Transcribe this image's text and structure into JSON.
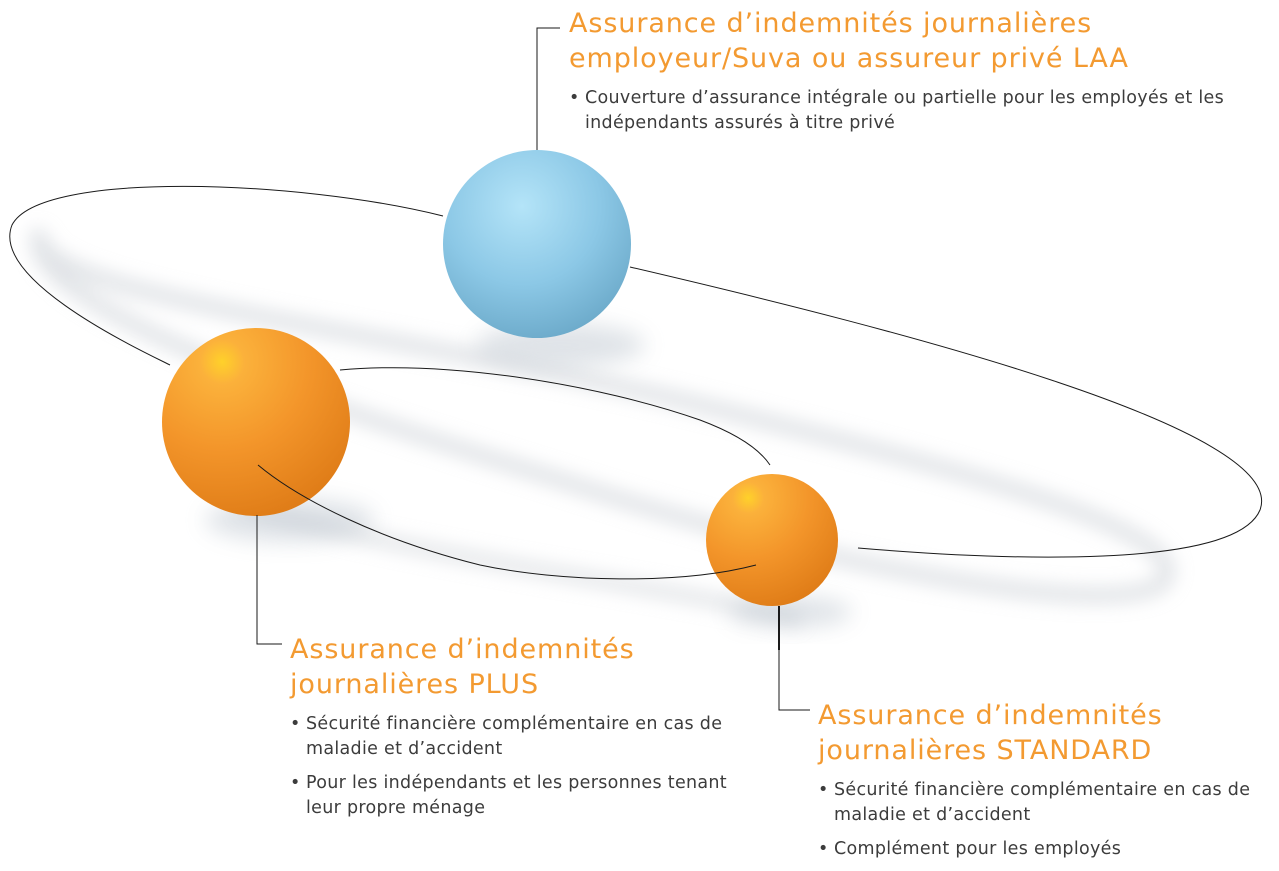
{
  "colors": {
    "accent_orange": "#f39a31",
    "sphere_blue": "#8cc8e6",
    "sphere_orange": "#f3952a",
    "text": "#3c3c3c",
    "line": "#1a1a1a"
  },
  "nodes": {
    "top": {
      "title_line1": "Assurance d’indemnités journalières",
      "title_line2": "employeur/Suva ou assureur privé LAA",
      "bullets": [
        "Couverture d’assurance intégrale ou partielle pour les employés et les indépendants assurés à titre privé"
      ],
      "sphere_color": "blue"
    },
    "plus": {
      "title_line1": "Assurance d’indemnités",
      "title_line2": "journalières PLUS",
      "bullets": [
        "Sécurité financière complémentaire en cas de maladie et d’accident",
        "Pour les indépendants et les personnes tenant leur propre ménage"
      ],
      "sphere_color": "orange"
    },
    "standard": {
      "title_line1": "Assurance d’indemnités",
      "title_line2": "journalières STANDARD",
      "bullets": [
        "Sécurité financière complémentaire en cas de maladie et d’accident",
        "Complément pour les employés"
      ],
      "sphere_color": "orange"
    }
  }
}
